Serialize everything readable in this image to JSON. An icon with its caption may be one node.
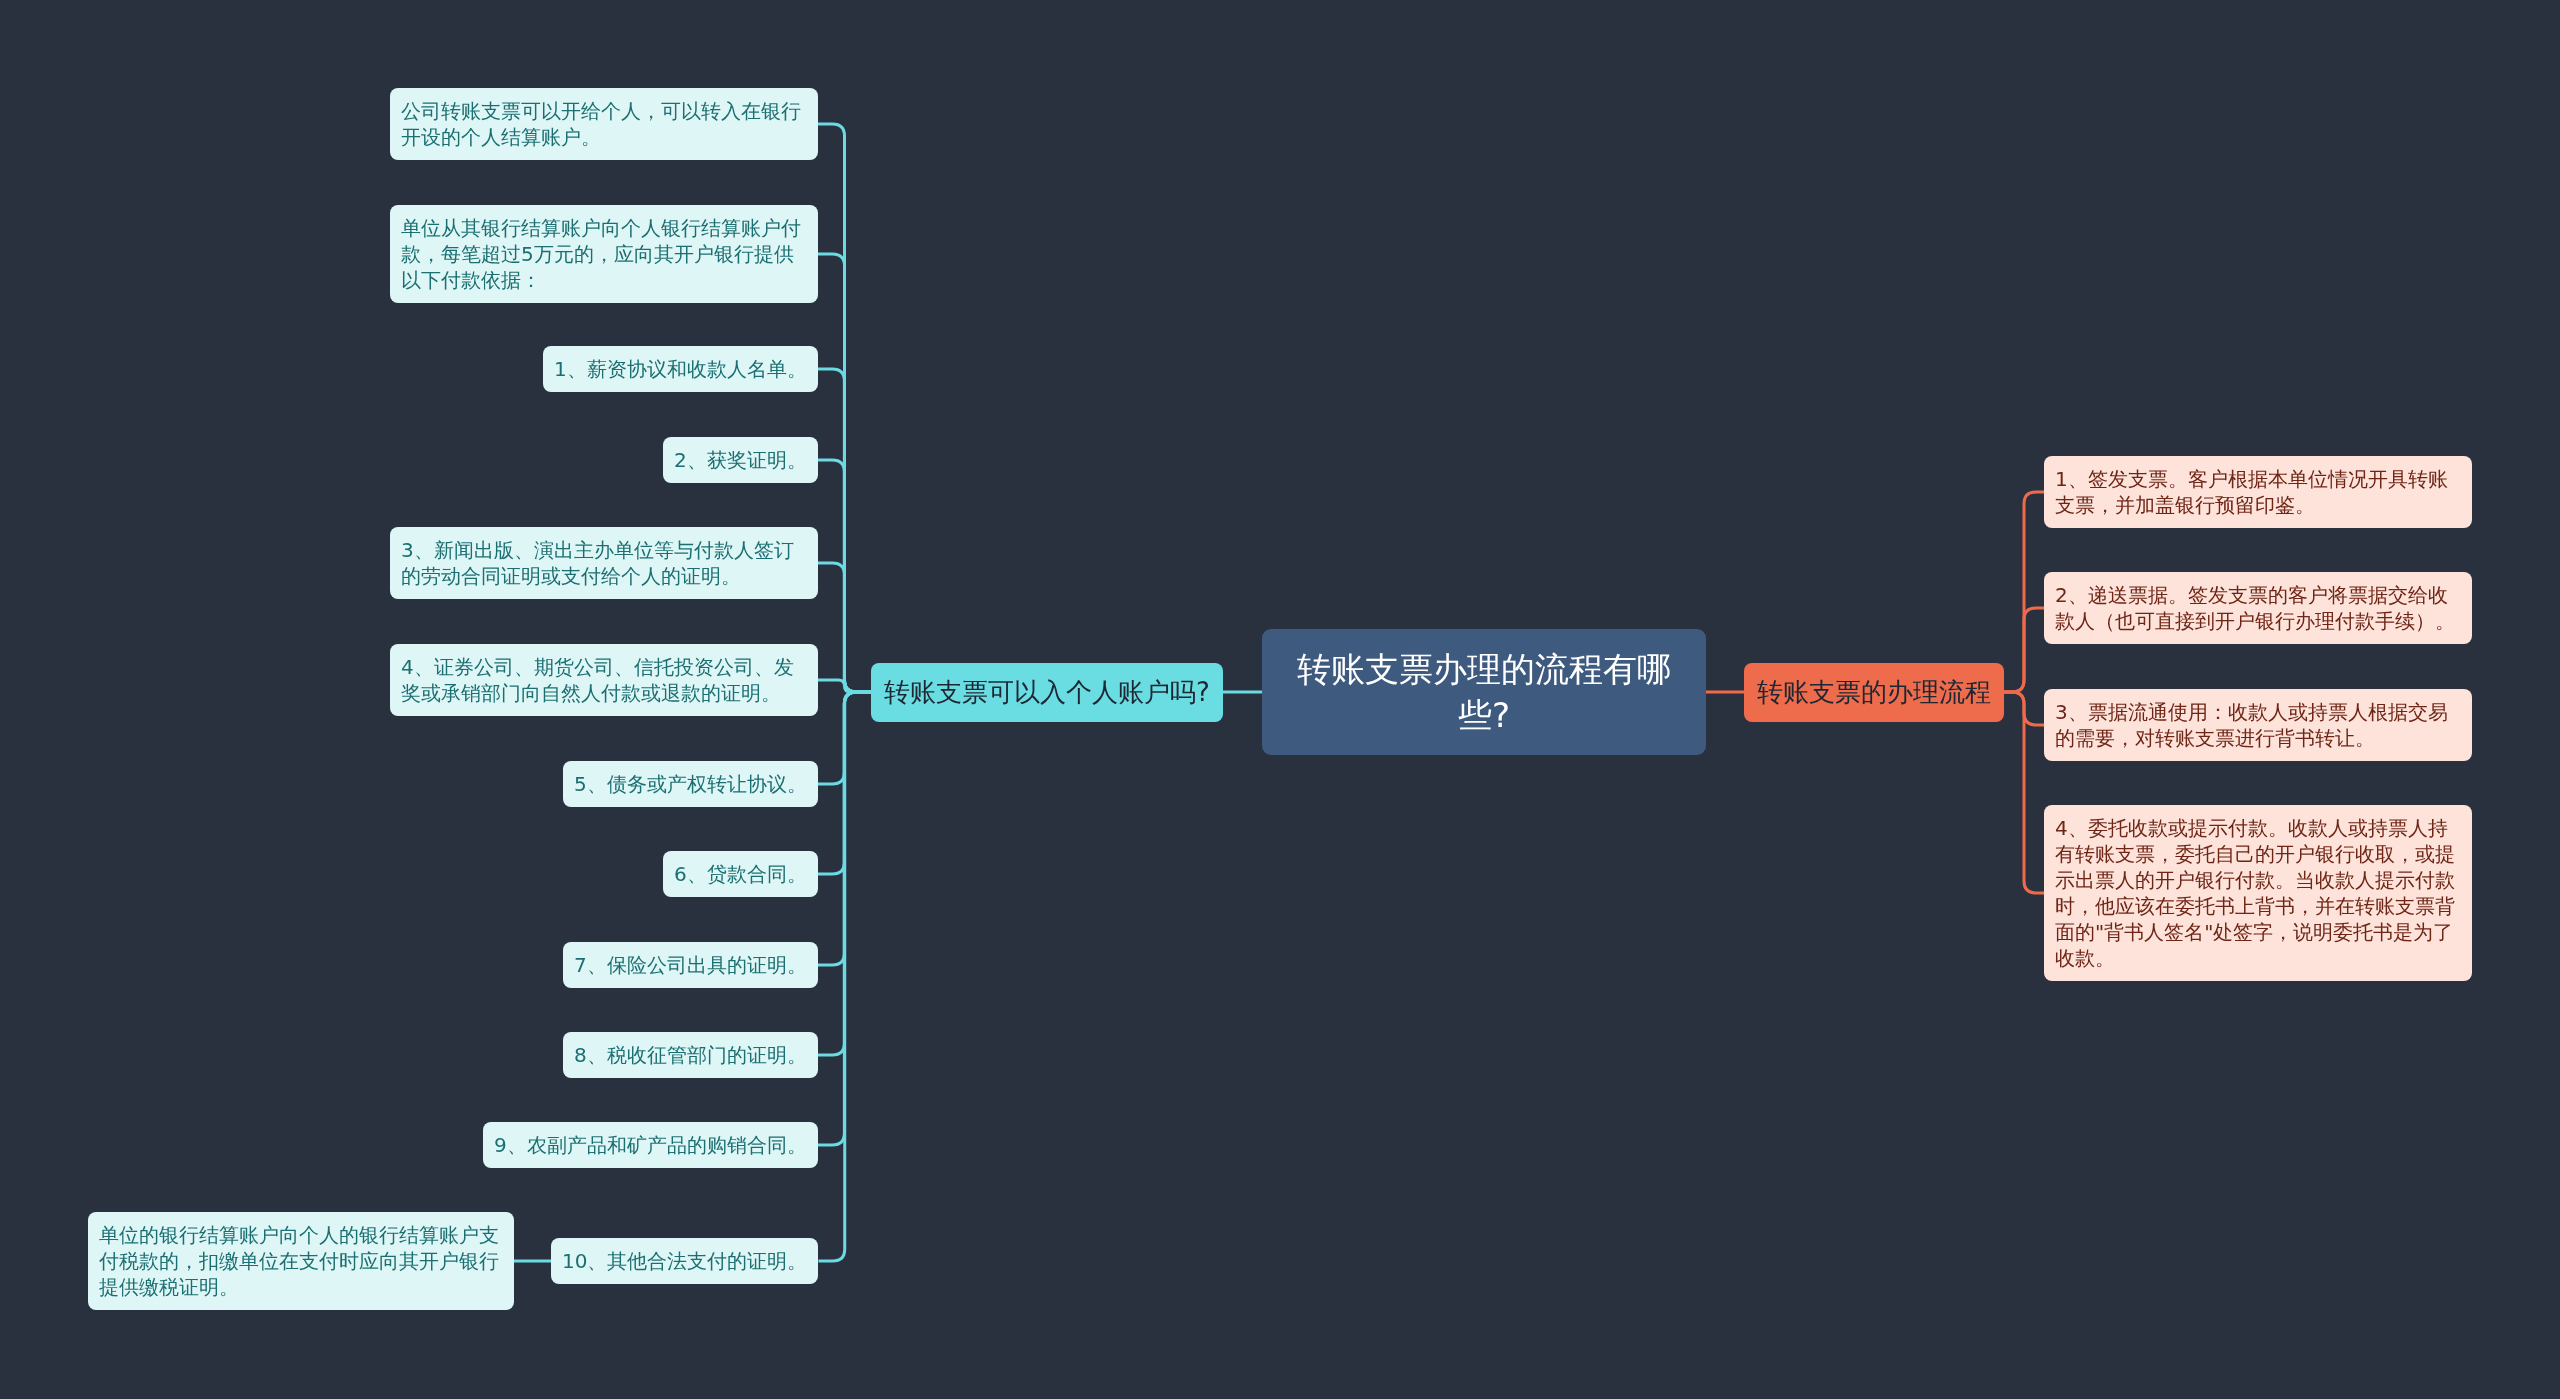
{
  "diagram": {
    "nodes": [
      {
        "text": [
          "转账支票办理的流程有哪些?"
        ]
      },
      {
        "text": [
          "转账支票可以入个人账户吗?"
        ]
      },
      {
        "text": [
          "公司转账支票可以开给个人，可以转入在银行开设的个人结算账户。"
        ]
      },
      {
        "text": [
          "单位从其银行结算账户向个人银行结算账户付款，每笔超过5万元的，应向其开户银行提供以下付款依据："
        ]
      },
      {
        "text": [
          "1、薪资协议和收款人名单。"
        ]
      },
      {
        "text": [
          "2、获奖证明。"
        ]
      },
      {
        "text": [
          "3、新闻出版、演出主办单位等与付款人签订的劳动合同证明或支付给个人的证明。"
        ]
      },
      {
        "text": [
          "4、证券公司、期货公司、信托投资公司、发奖或承销部门向自然人付款或退款的证明。"
        ]
      },
      {
        "text": [
          "5、债务或产权转让协议。"
        ]
      },
      {
        "text": [
          "6、贷款合同。"
        ]
      },
      {
        "text": [
          "7、保险公司出具的证明。"
        ]
      },
      {
        "text": [
          "8、税收征管部门的证明。"
        ]
      },
      {
        "text": [
          "9、农副产品和矿产品的购销合同。"
        ]
      },
      {
        "text": [
          "10、其他合法支付的证明。"
        ]
      },
      {
        "text": [
          "单位的银行结算账户向个人的银行结算账户支付税款的，扣缴单位在支付时应向其开户银行提供缴税证明。"
        ]
      },
      {
        "text": [
          "转账支票的办理流程"
        ]
      },
      {
        "text": [
          "1、签发支票。客户根据本单位情况开具转账支票，并加盖银行预留印鉴。"
        ]
      },
      {
        "text": [
          "2、递送票据。签发支票的客户将票据交给收款人（也可直接到开户银行办理付款手续）。"
        ]
      },
      {
        "text": [
          "3、票据流通使用：收款人或持票人根据交易的需要，对转账支票进行背书转让。"
        ]
      },
      {
        "text": [
          "4、委托收款或提示付款。收款人或持票人持有转账支票，委托自己的开户银行收取，或提示出票人的开户银行付款。当收款人提示付款时，他应该在委托书上背书，并在转账支票背面的\"背书人签名\"处签字，说明委托书是为了收款。"
        ]
      }
    ],
    "edges": [
      {
        "from": 0,
        "to": 1,
        "arrow": "none"
      },
      {
        "from": 1,
        "to": 2,
        "arrow": "none"
      },
      {
        "from": 1,
        "to": 3,
        "arrow": "none"
      },
      {
        "from": 1,
        "to": 4,
        "arrow": "none"
      },
      {
        "from": 1,
        "to": 5,
        "arrow": "none"
      },
      {
        "from": 1,
        "to": 6,
        "arrow": "none"
      },
      {
        "from": 1,
        "to": 7,
        "arrow": "none"
      },
      {
        "from": 1,
        "to": 8,
        "arrow": "none"
      },
      {
        "from": 1,
        "to": 9,
        "arrow": "none"
      },
      {
        "from": 1,
        "to": 10,
        "arrow": "none"
      },
      {
        "from": 1,
        "to": 11,
        "arrow": "none"
      },
      {
        "from": 1,
        "to": 12,
        "arrow": "none"
      },
      {
        "from": 1,
        "to": 13,
        "arrow": "none"
      },
      {
        "from": 13,
        "to": 14,
        "arrow": "none"
      },
      {
        "from": 0,
        "to": 15,
        "arrow": "none",
        "color": "#ee6a4b"
      },
      {
        "from": 15,
        "to": 16,
        "arrow": "none",
        "color": "#ee6a4b"
      },
      {
        "from": 15,
        "to": 17,
        "arrow": "none",
        "color": "#ee6a4b"
      },
      {
        "from": 15,
        "to": 18,
        "arrow": "none",
        "color": "#ee6a4b"
      },
      {
        "from": 15,
        "to": 19,
        "arrow": "none",
        "color": "#ee6a4b"
      }
    ]
  }
}
